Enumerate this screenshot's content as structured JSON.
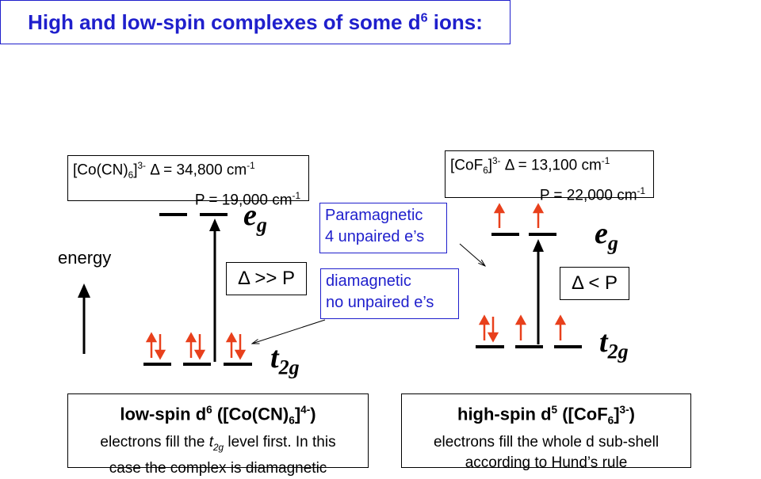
{
  "title": {
    "text": "High and low-spin complexes of some d",
    "sup": "6",
    "suffix": " ions:"
  },
  "energy_label": "energy",
  "left": {
    "complex_main": "[Co(CN)",
    "complex_sub": "6",
    "complex_end": "]",
    "complex_charge": "3-",
    "delta_text": " Δ = 34,800 cm",
    "delta_exp": "-1",
    "p_text": "P = 19,000 cm",
    "p_exp": "-1",
    "relation": "Δ >> P",
    "eg_main": "e",
    "eg_sub": "g",
    "t2g_main": "t",
    "t2g_sub": "2g"
  },
  "right": {
    "complex_main": "[CoF",
    "complex_sub": "6",
    "complex_end": "]",
    "complex_charge": "3-",
    "delta_text": " Δ = 13,100 cm",
    "delta_exp": "-1",
    "p_text": "P = 22,000 cm",
    "p_exp": "-1",
    "relation": "Δ < P",
    "eg_main": "e",
    "eg_sub": "g",
    "t2g_main": "t",
    "t2g_sub": "2g"
  },
  "callouts": {
    "paramagnetic_line1": "Paramagnetic",
    "paramagnetic_line2": "4 unpaired e’s",
    "diamagnetic_line1": "diamagnetic",
    "diamagnetic_line2": "no unpaired e’s"
  },
  "bottom_left": {
    "title_pre": "low-spin d",
    "title_sup": "6",
    "title_mid": " ([Co(CN)",
    "title_sub": "6",
    "title_end": "]",
    "title_charge": "4-",
    "title_close": ")",
    "line1_pre": "electrons fill the ",
    "line1_t": "t",
    "line1_sub": "2g",
    "line1_post": " level first. In this",
    "line2": "case the complex is diamagnetic"
  },
  "bottom_right": {
    "title_pre": "high-spin d",
    "title_sup": "5",
    "title_mid": " ([CoF",
    "title_sub": "6",
    "title_end": "]",
    "title_charge": "3-",
    "title_close": ")",
    "line1": "electrons fill the whole d sub-shell",
    "line2": "according to Hund’s rule"
  },
  "colors": {
    "title_blue": "#1f1fcc",
    "electron_red": "#e8401c",
    "line_black": "#000000"
  }
}
